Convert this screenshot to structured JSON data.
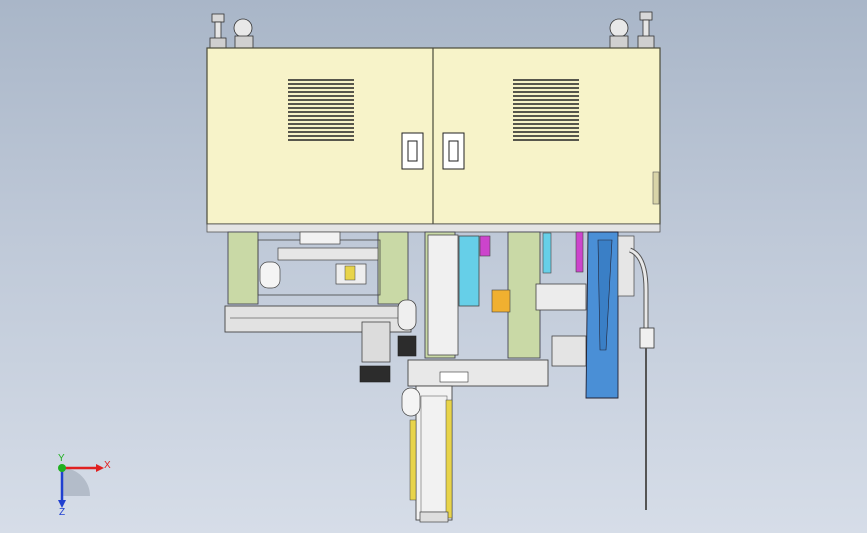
{
  "viewport": {
    "background_top": "#a9b6c8",
    "background_bottom": "#d6dde8"
  },
  "colors": {
    "cabinet_fill": "#f7f3c9",
    "cabinet_stroke": "#4a4a3a",
    "column_fill": "#c9d9a6",
    "frame_fill": "#dcdcdc",
    "blue_part": "#4a8fd6",
    "cyan_part": "#66cfe8",
    "magenta_part": "#cc44cc",
    "orange_part": "#f0b030",
    "yellow_part": "#e8d44a"
  },
  "model": {
    "name_icon": "cad-machine-front-view"
  },
  "triad": {
    "x_label": "X",
    "y_label": "Y",
    "z_label": "Z",
    "x_color": "#e02020",
    "y_color": "#20b020",
    "z_color": "#2040d0"
  }
}
